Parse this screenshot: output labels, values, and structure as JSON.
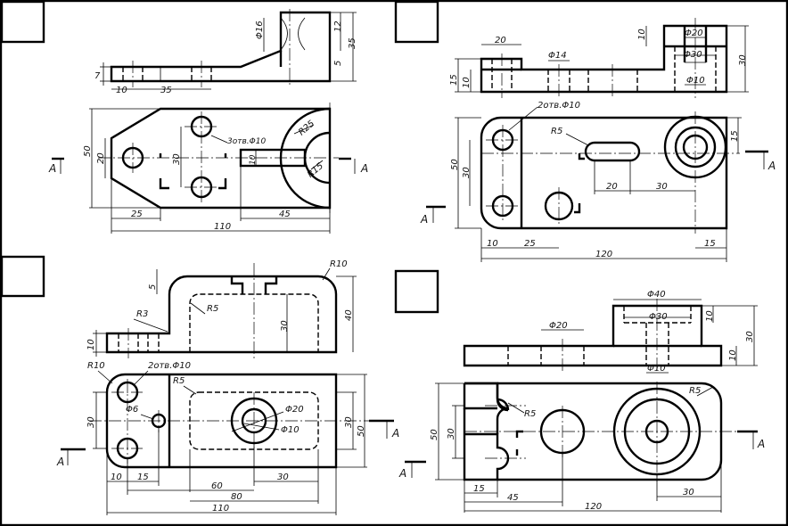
{
  "section_mark": "A",
  "view1": {
    "dims": {
      "d16": "Φ16",
      "d12": "12",
      "d35": "35",
      "d5": "5",
      "d7": "7",
      "d10": "10",
      "d35b": "35",
      "d50": "50",
      "d20": "20",
      "d30": "30",
      "d10b": "10",
      "r25": "R25",
      "r15": "R15",
      "d25": "25",
      "d110": "110",
      "d45": "45",
      "holes": "3отв.Φ10"
    }
  },
  "view2": {
    "dims": {
      "d20": "20",
      "d14": "Φ14",
      "d10": "10",
      "d20b": "Φ20",
      "d30": "Φ30",
      "d30v": "30",
      "d15": "15",
      "d10c": "Φ10",
      "d10v": "10",
      "holes": "2отв.Φ10",
      "r5": "R5",
      "d50": "50",
      "d30b": "30",
      "d15b": "15",
      "d20c": "20",
      "d30c": "30",
      "d10d": "10",
      "d25": "25",
      "d15c": "15",
      "d120": "120"
    }
  },
  "view3": {
    "dims": {
      "r10": "R10",
      "d5": "5",
      "r3": "R3",
      "r5": "R5",
      "d30": "30",
      "d40": "40",
      "d10": "10",
      "r10b": "R10",
      "holes": "2отв.Φ10",
      "r5b": "R5",
      "d6": "Φ6",
      "d20": "Φ20",
      "d10b": "Φ10",
      "d30v": "30",
      "d30b": "30",
      "d50": "50",
      "d10c": "10",
      "d15": "15",
      "d30c": "30",
      "d60": "60",
      "d80": "80",
      "d110": "110"
    }
  },
  "view4": {
    "dims": {
      "d40": "Φ40",
      "d30": "Φ30",
      "d20": "Φ20",
      "d10": "10",
      "d30v": "30",
      "d10v": "10",
      "d10b": "Φ10",
      "r5": "R5",
      "r5b": "R5",
      "d50": "50",
      "d30b": "30",
      "d15": "15",
      "d45": "45",
      "d30c": "30",
      "d120": "120"
    }
  }
}
